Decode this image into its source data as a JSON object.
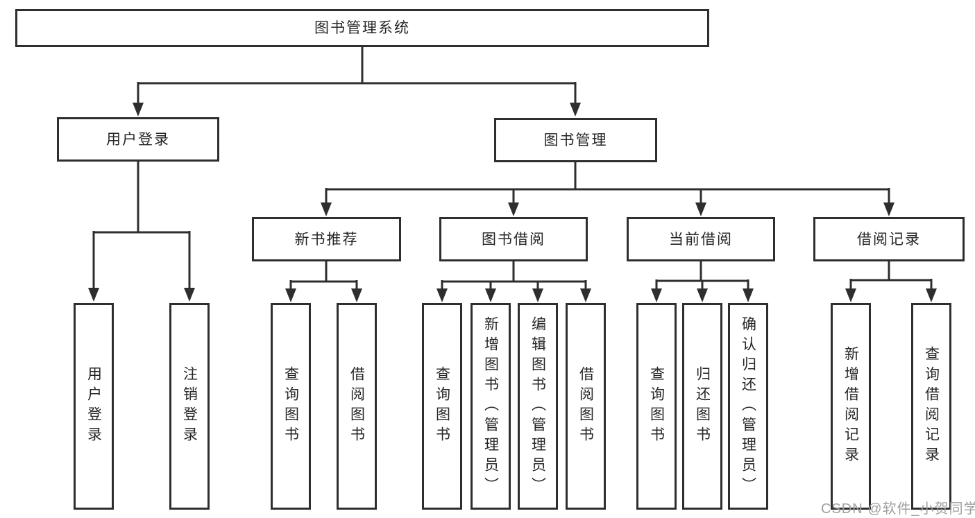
{
  "colors": {
    "line": "#2e2e2e",
    "text": "#262626",
    "box_bg": "#ffffff",
    "background": "#ffffff",
    "watermark": "#a0a0a0"
  },
  "watermark": {
    "text": "CSDN @软件_小贺同学"
  },
  "tree": {
    "root": {
      "label": "图书管理系统"
    },
    "children": [
      {
        "label": "用户登录",
        "children": [
          {
            "label": "用户登录"
          },
          {
            "label": "注销登录"
          }
        ]
      },
      {
        "label": "图书管理",
        "children": [
          {
            "label": "新书推荐",
            "children": [
              {
                "label": "查询图书"
              },
              {
                "label": "借阅图书"
              }
            ]
          },
          {
            "label": "图书借阅",
            "children": [
              {
                "label": "查询图书"
              },
              {
                "label": "新增图书（管理员）"
              },
              {
                "label": "编辑图书（管理员）"
              },
              {
                "label": "借阅图书"
              }
            ]
          },
          {
            "label": "当前借阅",
            "children": [
              {
                "label": "查询图书"
              },
              {
                "label": "归还图书"
              },
              {
                "label": "确认归还（管理员）"
              }
            ]
          },
          {
            "label": "借阅记录",
            "children": [
              {
                "label": "新增借阅记录"
              },
              {
                "label": "查询借阅记录"
              }
            ]
          }
        ]
      }
    ]
  }
}
